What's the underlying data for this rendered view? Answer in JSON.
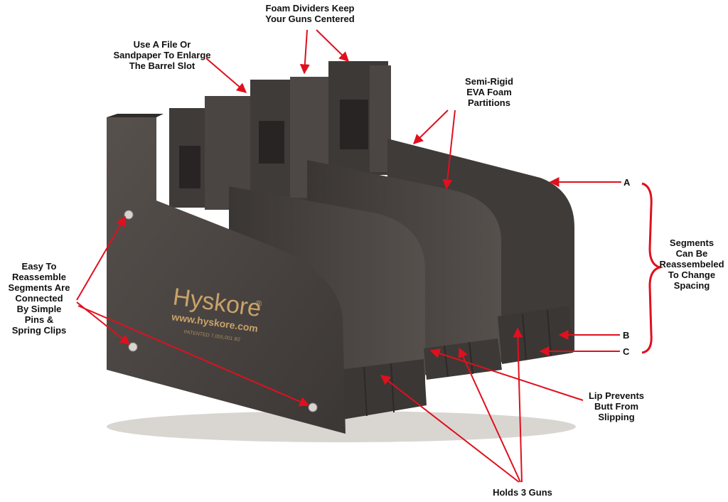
{
  "colors": {
    "annotation": "#e0101e",
    "foam_dark": "#3a3634",
    "foam_mid": "#4a4542",
    "foam_light": "#5b5551",
    "brand_text": "#c9a26a",
    "background": "#ffffff"
  },
  "product": {
    "brand": "Hyskore",
    "registered_mark": "®",
    "url": "www.hyskore.com",
    "patent": "PATENTED 7,055,001 B2"
  },
  "callouts": {
    "foam_dividers": "Foam Dividers Keep\nYour Guns Centered",
    "file_sandpaper": "Use A File Or\nSandpaper To Enlarge\nThe Barrel Slot",
    "semi_rigid": "Semi-Rigid\nEVA Foam\nPartitions",
    "easy_reassemble": "Easy To\nReassemble\nSegments Are\nConnected\nBy Simple\nPins &\nSpring Clips",
    "segments": "Segments\nCan Be\nReassembeled\nTo Change\nSpacing",
    "lip": "Lip Prevents\nButt From\nSlipping",
    "holds": "Holds 3 Guns",
    "letter_a": "A",
    "letter_b": "B",
    "letter_c": "C"
  }
}
